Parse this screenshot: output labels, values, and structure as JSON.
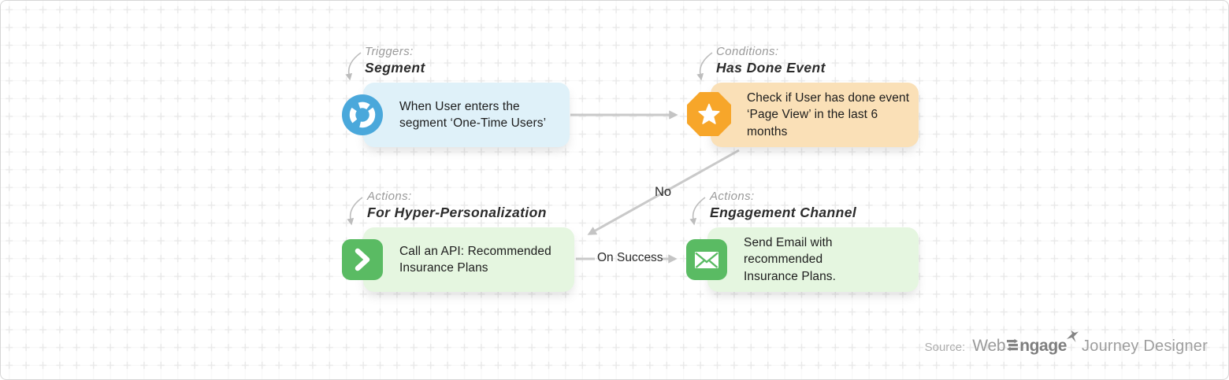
{
  "canvas": {
    "background": "#ffffff",
    "border_color": "#d6d6d6",
    "grid_plus_color": "#e9e9e9",
    "grid_line_color": "#f7f7f7"
  },
  "nodes": [
    {
      "kind": "trigger",
      "category_label": "Triggers:",
      "type_label": "Segment",
      "lines": [
        "When User enters the",
        "segment ‘One-Time Users’"
      ],
      "icon": "segment-donut-icon",
      "accent_color": "#4aa8db",
      "bg_color": "#dff1f9"
    },
    {
      "kind": "condition",
      "category_label": "Conditions:",
      "type_label": "Has Done Event",
      "lines": [
        "Check if User has done event",
        "‘Page View’ in the last 6 months"
      ],
      "icon": "star-octagon-icon",
      "accent_color": "#f7a62a",
      "bg_color": "#fae0b7"
    },
    {
      "kind": "action-api",
      "category_label": "Actions:",
      "type_label": "For Hyper-Personalization",
      "lines": [
        "Call an API: Recommended",
        "Insurance Plans"
      ],
      "icon": "api-chevron-icon",
      "accent_color": "#5abb63",
      "bg_color": "#e5f6e0"
    },
    {
      "kind": "action-email",
      "category_label": "Actions:",
      "type_label": "Engagement Channel",
      "lines": [
        "Send Email with recommended",
        "Insurance Plans."
      ],
      "icon": "email-icon",
      "accent_color": "#5abb63",
      "bg_color": "#e5f6e0"
    }
  ],
  "connectors": {
    "color": "#c9c9c9",
    "no_label": "No",
    "on_success_label": "On Success"
  },
  "footer": {
    "source_label": "Source:",
    "brand_prefix": "Web",
    "brand_suffix": "ngage",
    "product": "Journey Designer"
  }
}
